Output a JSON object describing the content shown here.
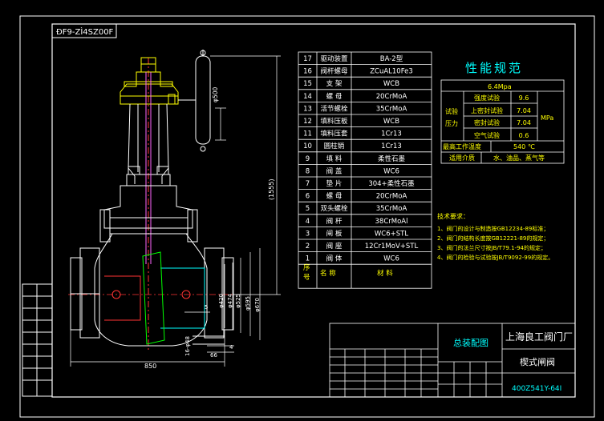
{
  "drawing_number_top": "ÐF9-ZÌ4SZ00F",
  "performance": {
    "title": "性能规范",
    "pressure": "6.4Mpa",
    "test_group": "试验\n压力",
    "rows": [
      {
        "name": "强度试验",
        "value": "9.6"
      },
      {
        "name": "上密封试验",
        "value": "7.04"
      },
      {
        "name": "密封试验",
        "value": "7.04"
      },
      {
        "name": "空气试验",
        "value": "0.6"
      }
    ],
    "unit": "MPa",
    "max_temp_label": "最高工作温度",
    "max_temp_value": "540 ℃",
    "medium_label": "适用介质",
    "medium_value": "水、油品、蒸气等"
  },
  "parts_table": {
    "rows": [
      {
        "no": "17",
        "name": "驱动装置",
        "material": "BA-2型"
      },
      {
        "no": "16",
        "name": "阀杆螺母",
        "material": "ZCuAL10Fe3"
      },
      {
        "no": "15",
        "name": "支 架",
        "material": "WCB"
      },
      {
        "no": "14",
        "name": "螺 母",
        "material": "20CrMoA"
      },
      {
        "no": "13",
        "name": "活节螺栓",
        "material": "35CrMoA"
      },
      {
        "no": "12",
        "name": "填料压板",
        "material": "WCB"
      },
      {
        "no": "11",
        "name": "填料压套",
        "material": "1Cr13"
      },
      {
        "no": "10",
        "name": "圆柱销",
        "material": "1Cr13"
      },
      {
        "no": "9",
        "name": "填 料",
        "material": "柔性石墨"
      },
      {
        "no": "8",
        "name": "阀 盖",
        "material": "WC6"
      },
      {
        "no": "7",
        "name": "垫 片",
        "material": "304+柔性石墨"
      },
      {
        "no": "6",
        "name": "螺 母",
        "material": "20CrMoA"
      },
      {
        "no": "5",
        "name": "双头螺栓",
        "material": "35CrMoA"
      },
      {
        "no": "4",
        "name": "阀 杆",
        "material": "38CrMoAl"
      },
      {
        "no": "3",
        "name": "闸 板",
        "material": "WC6+STL"
      },
      {
        "no": "2",
        "name": "阀 座",
        "material": "12Cr1MoV+STL"
      },
      {
        "no": "1",
        "name": "阀 体",
        "material": "WC6"
      }
    ],
    "header_no": "序号",
    "header_name": "名 称",
    "header_material": "材 料"
  },
  "tech_requirements": {
    "title": "技术要求：",
    "items": [
      "1、阀门的设计与制造按GB12234-89标准；",
      "2、阀门的结构长度按GB12221-89的规定；",
      "3、阀门的法兰尺寸按JB/T79.1-94的规定；",
      "4、阀门的检验与试验按JB/T9092-99的规定。"
    ]
  },
  "dimensions": {
    "d_handwheel": "φ500",
    "height": "(1555)",
    "d1": "φ420",
    "d2": "φ474",
    "d3": "φ525",
    "d4": "φ595",
    "d5": "φ670",
    "length": "850",
    "bolts": "16-φ48",
    "t1": "5",
    "t2": "66",
    "t3": "4"
  },
  "title_block": {
    "drawing_name": "总装配图",
    "company": "上海良工阀门厂",
    "product": "楔式闸阀",
    "model": "400Z541Y-64I"
  }
}
